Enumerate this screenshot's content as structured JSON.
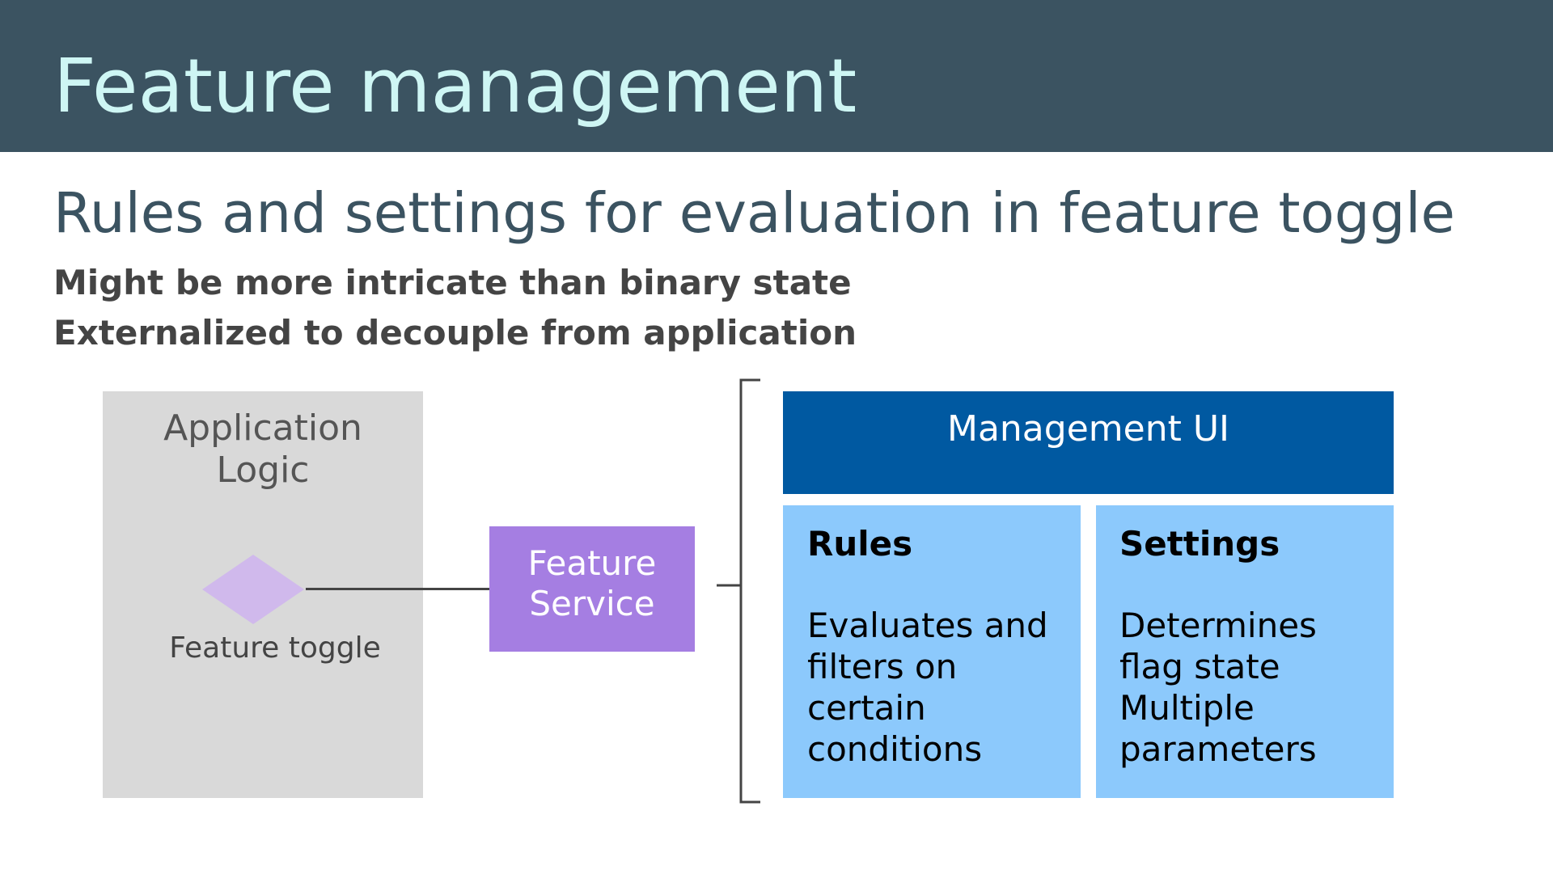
{
  "header": {
    "title": "Feature management"
  },
  "subtitle": "Rules and settings for evaluation in feature toggle",
  "bullets": [
    "Might be more intricate than binary state",
    "Externalized to decouple from application"
  ],
  "diagram": {
    "application": {
      "label": "Application\nLogic"
    },
    "toggle": {
      "label": "Feature toggle"
    },
    "service": {
      "label": "Feature\nService"
    },
    "management": {
      "label": "Management UI"
    },
    "rules": {
      "heading": "Rules",
      "body": "Evaluates and\nfilters on\ncertain\nconditions"
    },
    "settings": {
      "heading": "Settings",
      "body": "Determines\nflag state\nMultiple\nparameters"
    }
  },
  "colors": {
    "header_bg": "#3b5361",
    "title_text": "#cef6f4",
    "app_bg": "#d9d9d9",
    "diamond": "#d0b9ec",
    "service_bg": "#a57ee2",
    "management_bg": "#0059a1",
    "panel_bg": "#8cc9fc"
  }
}
